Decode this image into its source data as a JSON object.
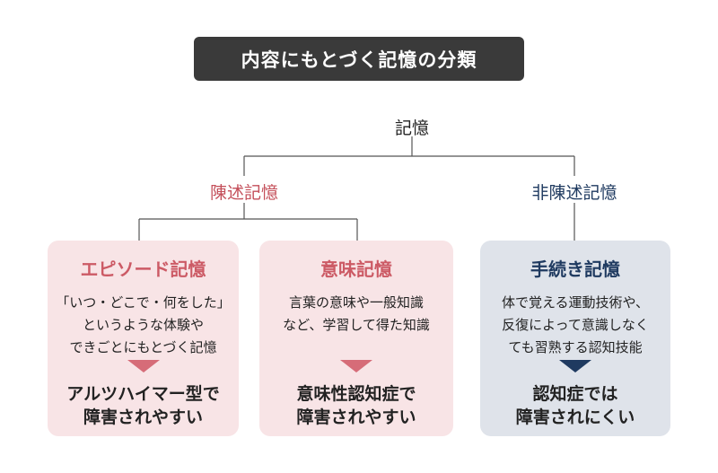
{
  "title": "内容にもとづく記憶の分類",
  "root": "記憶",
  "declarative": "陳述記憶",
  "nondeclarative": "非陳述記憶",
  "boxes": [
    {
      "title": "エピソード記憶",
      "desc": [
        "「いつ・どこで・何をした」",
        "というような体験や",
        "できごとにもとづく記憶"
      ],
      "result": [
        "アルツハイマー型で",
        "障害されやすい"
      ]
    },
    {
      "title": "意味記憶",
      "desc": [
        "言葉の意味や一般知識",
        "など、学習して得た知識"
      ],
      "result": [
        "意味性認知症で",
        "障害されやすい"
      ]
    },
    {
      "title": "手続き記憶",
      "desc": [
        "体で覚える運動技術や、",
        "反復によって意識しなく",
        "ても習熟する認知技能"
      ],
      "result": [
        "認知症では",
        "障害されにくい"
      ]
    }
  ],
  "colors": {
    "title_bg": "#3a3a3a",
    "pink_bg": "#f8e4e6",
    "blue_bg": "#dfe3ea",
    "pink_accent": "#cc5a65",
    "navy": "#1f3a60"
  }
}
